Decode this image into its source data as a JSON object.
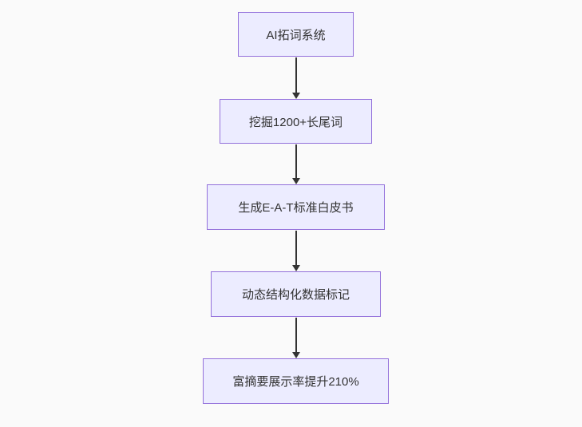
{
  "flowchart": {
    "type": "vertical-flowchart",
    "colors": {
      "background": "#fafafa",
      "node_fill": "#ECECFF",
      "node_border": "#9370DB",
      "node_text": "#333333",
      "arrow": "#333333"
    },
    "nodes": [
      {
        "id": "n1",
        "label": "AI拓词系统"
      },
      {
        "id": "n2",
        "label": "挖掘1200+长尾词"
      },
      {
        "id": "n3",
        "label": "生成E-A-T标准白皮书"
      },
      {
        "id": "n4",
        "label": "动态结构化数据标记"
      },
      {
        "id": "n5",
        "label": "富摘要展示率提升210%"
      }
    ],
    "edges": [
      {
        "from": "n1",
        "to": "n2",
        "arrow": "down"
      },
      {
        "from": "n2",
        "to": "n3",
        "arrow": "down"
      },
      {
        "from": "n3",
        "to": "n4",
        "arrow": "down"
      },
      {
        "from": "n4",
        "to": "n5",
        "arrow": "down"
      }
    ]
  }
}
